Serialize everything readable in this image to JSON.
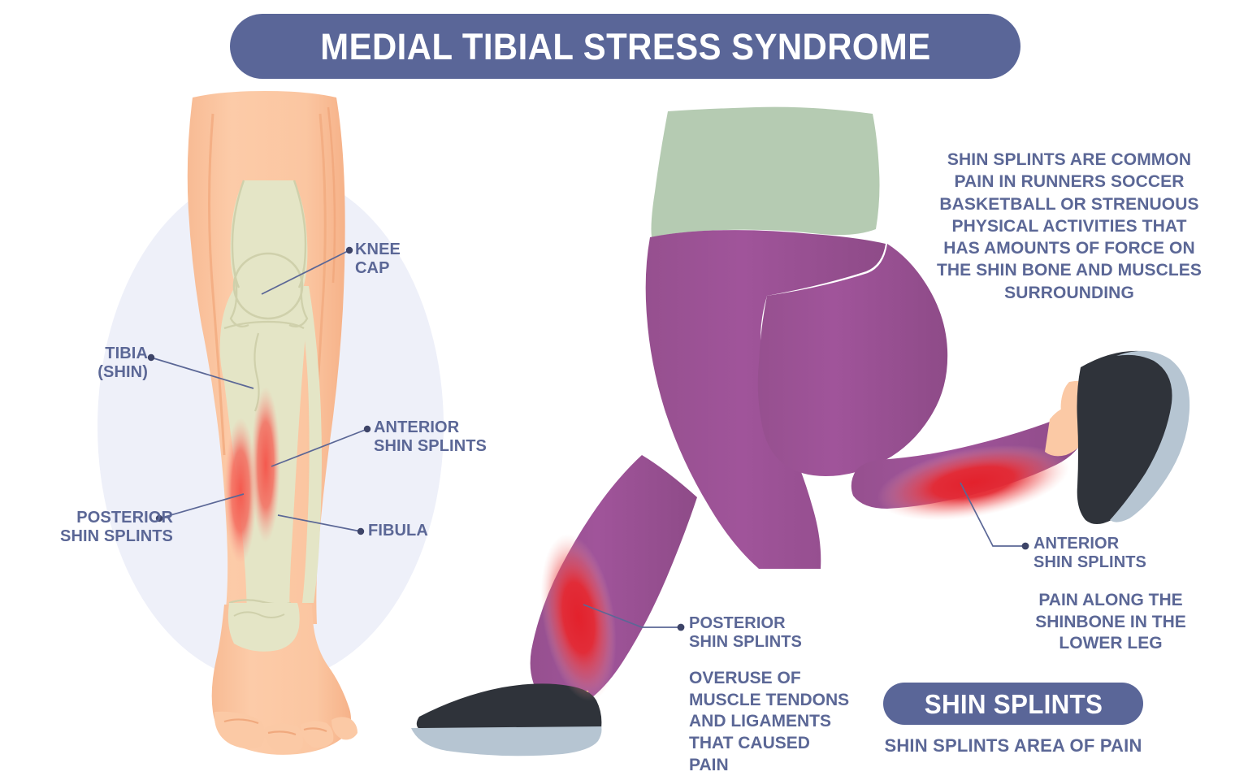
{
  "header": {
    "title": "MEDIAL TIBIAL STRESS SYNDROME"
  },
  "anatomy_diagram": {
    "labels": {
      "knee_cap": "KNEE\nCAP",
      "tibia": "TIBIA\n(SHIN)",
      "anterior_shin_splints": "ANTERIOR\nSHIN SPLINTS",
      "posterior_shin_splints": "POSTERIOR\nSHIN SPLINTS",
      "fibula": "FIBULA"
    }
  },
  "runner_figure": {
    "labels": {
      "anterior_shin_splints": "ANTERIOR\nSHIN SPLINTS",
      "posterior_shin_splints": "POSTERIOR\nSHIN SPLINTS"
    }
  },
  "notes": {
    "intro": "SHIN SPLINTS ARE COMMON\nPAIN IN RUNNERS SOCCER\nBASKETBALL OR STRENUOUS\nPHYSICAL ACTIVITIES THAT\nHAS AMOUNTS OF FORCE ON\nTHE SHIN BONE AND MUSCLES\nSURROUNDING",
    "pain_along": "PAIN ALONG THE\nSHINBONE IN THE\nLOWER LEG",
    "overuse": "OVERUSE OF\nMUSCLE TENDONS\nAND LIGAMENTS\nTHAT CAUSED\nPAIN"
  },
  "badge": {
    "title": "SHIN SPLINTS",
    "caption": "SHIN SPLINTS AREA OF PAIN"
  },
  "colors": {
    "brand_blue": "#5a6698",
    "text_blue": "#5b6796",
    "skin": "#fbc9a5",
    "skin_shade": "#f7b68c",
    "bone": "#e4e5c6",
    "pain_red": "#e62a33",
    "pain_red_soft": "#f2766c",
    "leggings": "#a0549a",
    "leggings_shade": "#8f4f8c",
    "top_green": "#b5cbb2",
    "shoe_dark": "#2f333a",
    "shoe_sole": "#b6c5d2",
    "oval_bg": "#eef0f9",
    "page_bg": "#ffffff"
  }
}
